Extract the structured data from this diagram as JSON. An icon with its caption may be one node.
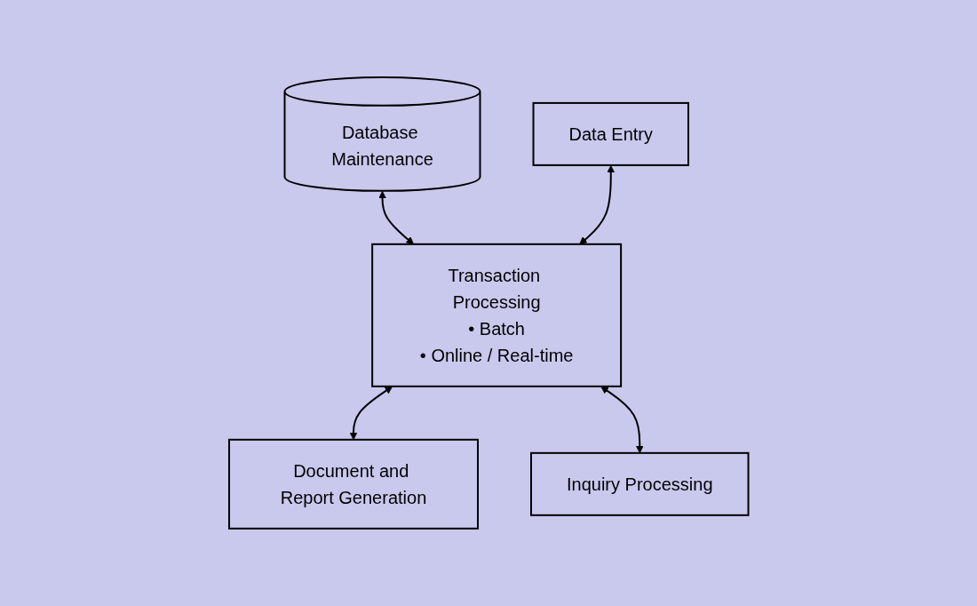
{
  "diagram": {
    "nodes": [
      {
        "text": [
          "Database Maintenance"
        ]
      },
      {
        "text": [
          "Data Entry"
        ]
      },
      {
        "text": [
          "Transaction Processing",
          "• Batch",
          "• Online / Real-time"
        ]
      },
      {
        "text": [
          "Document and Report Generation"
        ]
      },
      {
        "text": [
          "Inquiry Processing"
        ]
      }
    ],
    "edges": [
      {
        "from": 0,
        "to": 2,
        "arrow": "both"
      },
      {
        "from": 1,
        "to": 2,
        "arrow": "both"
      },
      {
        "from": 2,
        "to": 3,
        "arrow": "both"
      },
      {
        "from": 2,
        "to": 4,
        "arrow": "both"
      }
    ]
  }
}
